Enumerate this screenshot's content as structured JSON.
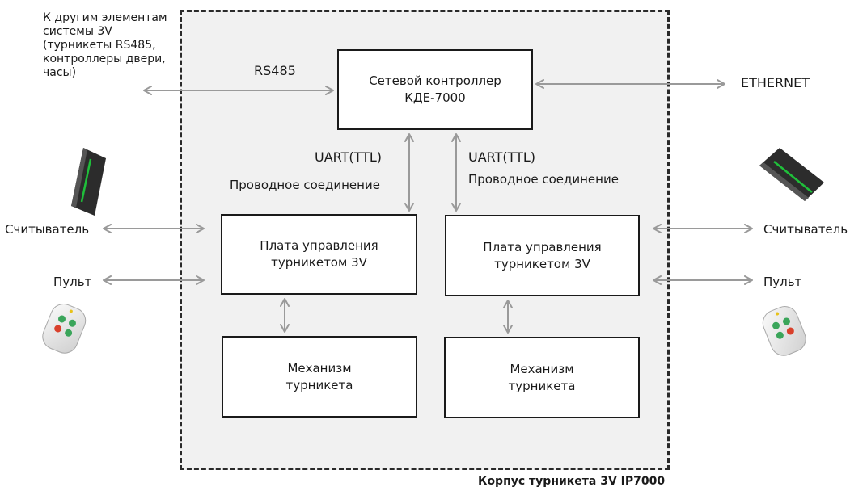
{
  "external": {
    "other_systems": "К другим элементам\nсистемы 3V\n(турникеты RS485,\nконтроллеры двери,\nчасы)",
    "ethernet": "ETHERNET",
    "reader_left": "Считыватель",
    "reader_right": "Считыватель",
    "remote_left": "Пульт",
    "remote_right": "Пульт"
  },
  "housing": {
    "label": "Корпус турникета 3V IP7000"
  },
  "links": {
    "rs485": "RS485",
    "uart_left": "UART(TTL)",
    "uart_right": "UART(TTL)",
    "wired_left": "Проводное соединение",
    "wired_right": "Проводное соединение"
  },
  "blocks": {
    "network_controller": "Сетевой контроллер\nКДЕ-7000",
    "control_board_left": "Плата управления\nтурникетом 3V",
    "control_board_right": "Плата управления\nтурникетом 3V",
    "mechanism_left": "Механизм\nтурникета",
    "mechanism_right": "Механизм\nтурникета"
  },
  "colors": {
    "arrow": "#9a9a9a",
    "housing_fill": "#f1f1f1",
    "reader_green": "#1fbf3a"
  },
  "icons": [
    "card-reader-icon",
    "remote-control-icon"
  ]
}
